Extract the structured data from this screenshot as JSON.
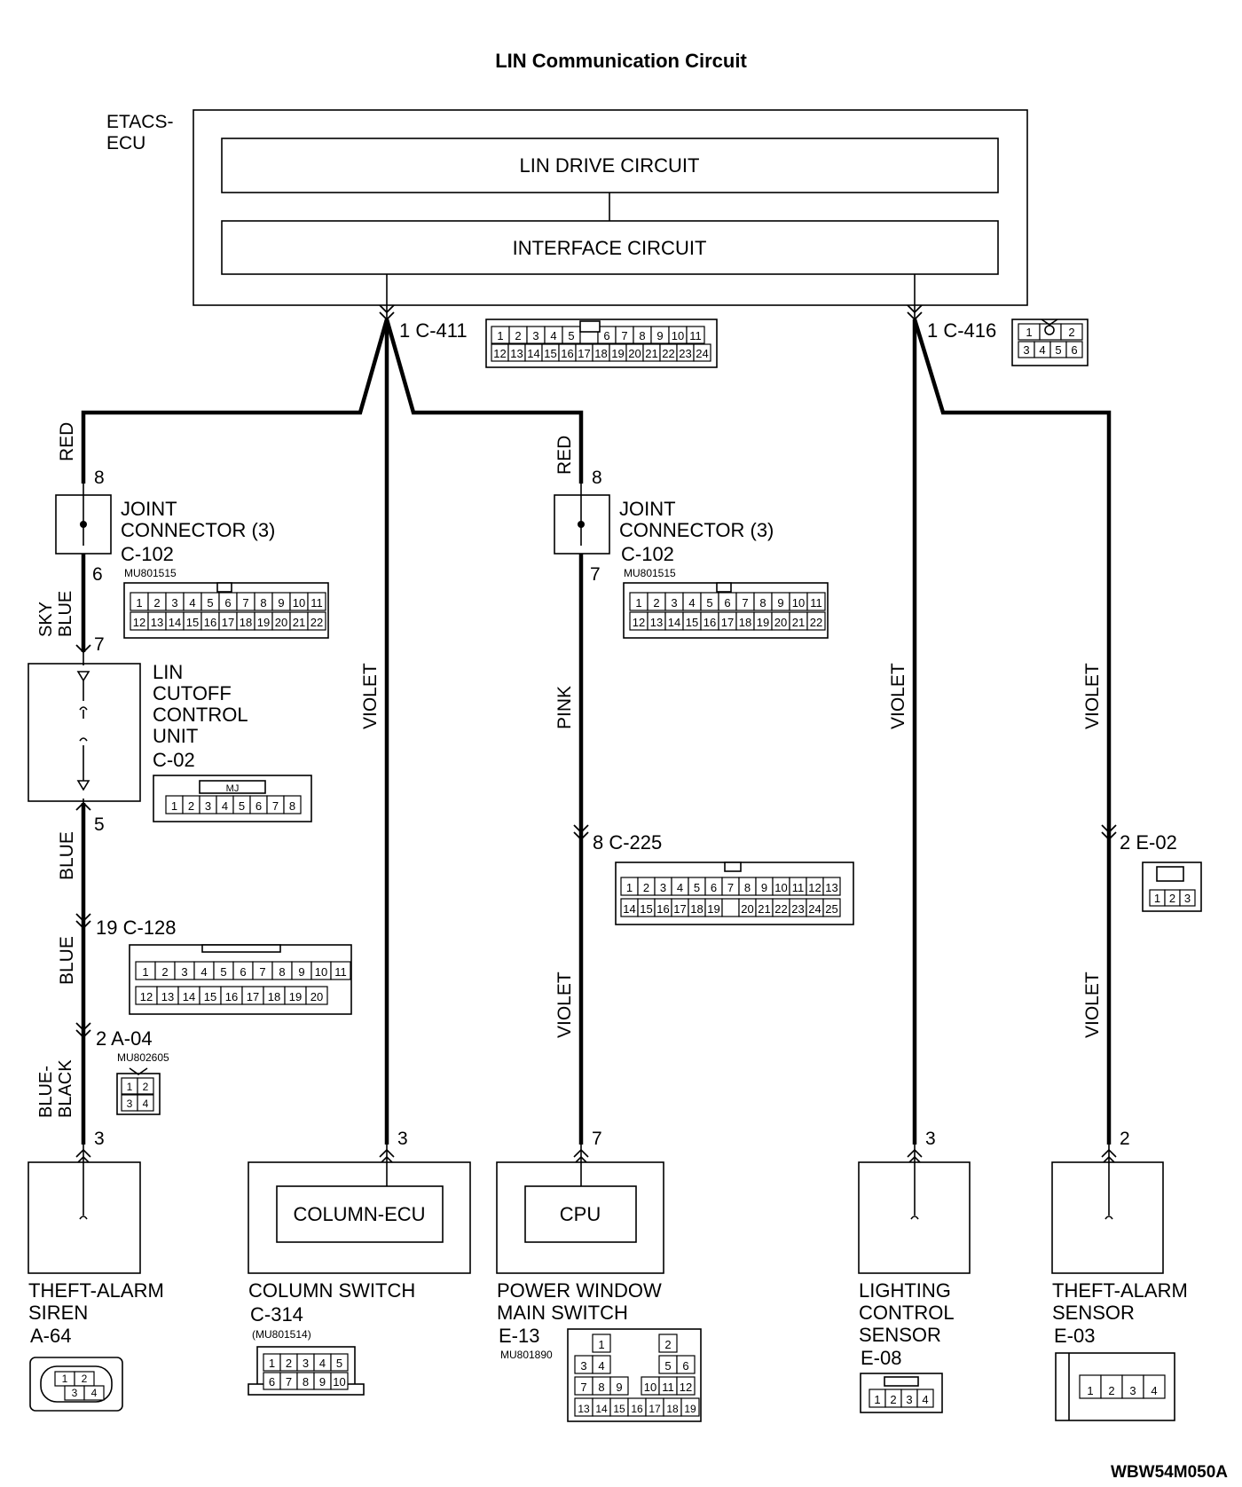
{
  "title": "LIN Communication Circuit",
  "diagram_code": "WBW54M050A",
  "ecu": {
    "name_line1": "ETACS-",
    "name_line2": "ECU",
    "drive_circuit": "LIN DRIVE CIRCUIT",
    "interface_circuit": "INTERFACE CIRCUIT"
  },
  "connectors": {
    "c411": {
      "label": "1 C-411",
      "row1": [
        "1",
        "2",
        "3",
        "4",
        "5",
        "",
        "6",
        "7",
        "8",
        "9",
        "10",
        "11"
      ],
      "row2": [
        "12",
        "13",
        "14",
        "15",
        "16",
        "17",
        "18",
        "19",
        "20",
        "21",
        "22",
        "23",
        "24"
      ]
    },
    "c416": {
      "label": "1 C-416",
      "row1": [
        "1",
        "",
        "2"
      ],
      "row2": [
        "3",
        "4",
        "5",
        "6"
      ]
    },
    "c102_left": {
      "pin_top": "8",
      "pin_bottom": "6",
      "name_line1": "JOINT",
      "name_line2": "CONNECTOR (3)",
      "code": "C-102",
      "part": "MU801515",
      "row1": [
        "1",
        "2",
        "3",
        "4",
        "5",
        "6",
        "7",
        "8",
        "9",
        "10",
        "11"
      ],
      "row2": [
        "12",
        "13",
        "14",
        "15",
        "16",
        "17",
        "18",
        "19",
        "20",
        "21",
        "22"
      ]
    },
    "c102_right": {
      "pin_top": "8",
      "pin_bottom": "7",
      "name_line1": "JOINT",
      "name_line2": "CONNECTOR (3)",
      "code": "C-102",
      "part": "MU801515",
      "row1": [
        "1",
        "2",
        "3",
        "4",
        "5",
        "6",
        "7",
        "8",
        "9",
        "10",
        "11"
      ],
      "row2": [
        "12",
        "13",
        "14",
        "15",
        "16",
        "17",
        "18",
        "19",
        "20",
        "21",
        "22"
      ]
    },
    "c02": {
      "pin_top": "7",
      "pin_bottom": "5",
      "name_line1": "LIN",
      "name_line2": "CUTOFF",
      "name_line3": "CONTROL",
      "name_line4": "UNIT",
      "code": "C-02",
      "tag": "MJ",
      "pins": [
        "1",
        "2",
        "3",
        "4",
        "5",
        "6",
        "7",
        "8"
      ]
    },
    "c128": {
      "label": "19 C-128",
      "row1": [
        "1",
        "2",
        "3",
        "4",
        "5",
        "6",
        "7",
        "8",
        "9",
        "10",
        "11"
      ],
      "row2": [
        "12",
        "13",
        "14",
        "15",
        "16",
        "17",
        "18",
        "19",
        "20"
      ]
    },
    "a04": {
      "label": "2 A-04",
      "part": "MU802605",
      "pins": [
        "1",
        "2",
        "3",
        "4"
      ]
    },
    "c225": {
      "label": "8 C-225",
      "row1": [
        "1",
        "2",
        "3",
        "4",
        "5",
        "6",
        "7",
        "8",
        "9",
        "10",
        "11",
        "12",
        "13"
      ],
      "row2": [
        "14",
        "15",
        "16",
        "17",
        "18",
        "19",
        "",
        "20",
        "21",
        "22",
        "23",
        "24",
        "25"
      ]
    },
    "e02": {
      "label": "2 E-02",
      "pins": [
        "1",
        "2",
        "3"
      ]
    }
  },
  "wires": {
    "red_left": "RED",
    "sky_blue_line1": "SKY",
    "sky_blue_line2": "BLUE",
    "blue_1": "BLUE",
    "blue_2": "BLUE",
    "blue_black_line1": "BLUE-",
    "blue_black_line2": "BLACK",
    "violet_column": "VIOLET",
    "red_right": "RED",
    "pink": "PINK",
    "violet_pws": "VIOLET",
    "violet_lighting": "VIOLET",
    "violet_sensor_1": "VIOLET",
    "violet_sensor_2": "VIOLET"
  },
  "components": {
    "siren": {
      "pin": "3",
      "name_line1": "THEFT-ALARM",
      "name_line2": "SIREN",
      "code": "A-64",
      "pins": [
        "1",
        "2",
        "3",
        "4"
      ]
    },
    "column": {
      "pin": "3",
      "inner": "COLUMN-ECU",
      "name": "COLUMN SWITCH",
      "code": "C-314",
      "part": "(MU801514)",
      "row1": [
        "1",
        "2",
        "3",
        "4",
        "5"
      ],
      "row2": [
        "6",
        "7",
        "8",
        "9",
        "10"
      ]
    },
    "pws": {
      "pin": "7",
      "inner": "CPU",
      "name_line1": "POWER WINDOW",
      "name_line2": "MAIN SWITCH",
      "code": "E-13",
      "part": "MU801890",
      "pins": [
        "1",
        "2",
        "3",
        "4",
        "5",
        "6",
        "7",
        "8",
        "9",
        "10",
        "11",
        "12",
        "13",
        "14",
        "15",
        "16",
        "17",
        "18",
        "19"
      ]
    },
    "lighting": {
      "pin": "3",
      "name_line1": "LIGHTING",
      "name_line2": "CONTROL",
      "name_line3": "SENSOR",
      "code": "E-08",
      "pins": [
        "1",
        "2",
        "3",
        "4"
      ]
    },
    "sensor": {
      "pin": "2",
      "name_line1": "THEFT-ALARM",
      "name_line2": "SENSOR",
      "code": "E-03",
      "pins": [
        "1",
        "2",
        "3",
        "4"
      ]
    }
  }
}
